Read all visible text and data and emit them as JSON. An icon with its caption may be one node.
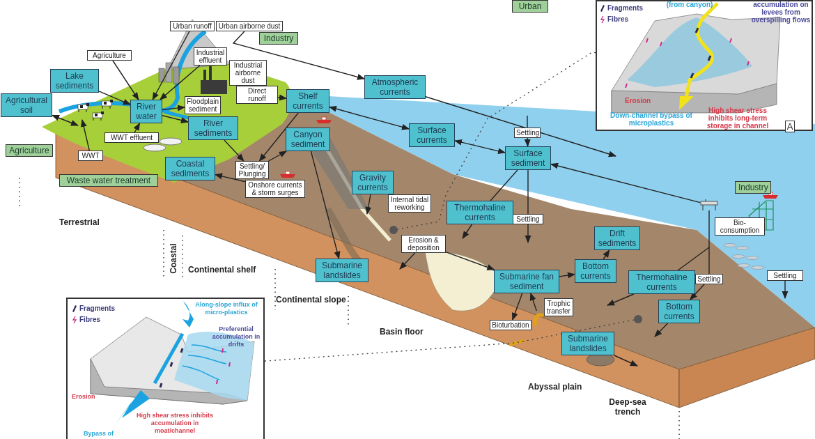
{
  "diagram": {
    "nodes": [
      {
        "text": [
          "Urban"
        ]
      },
      {
        "text": [
          "Urban runoff"
        ]
      },
      {
        "text": [
          "Urban airborne dust"
        ]
      },
      {
        "text": [
          "Industry"
        ]
      },
      {
        "text": [
          "Agriculture"
        ]
      },
      {
        "text": [
          "Industrial effluent"
        ]
      },
      {
        "text": [
          "Industrial airborne dust"
        ]
      },
      {
        "text": [
          "Lake sediments"
        ]
      },
      {
        "text": [
          "Atmospheric currents"
        ]
      },
      {
        "text": [
          "Direct runoff"
        ]
      },
      {
        "text": [
          "Shelf currents"
        ]
      },
      {
        "text": [
          "Agricultural soil"
        ]
      },
      {
        "text": [
          "Floodplain sediment"
        ]
      },
      {
        "text": [
          "River water"
        ]
      },
      {
        "text": [
          "River sediments"
        ]
      },
      {
        "text": [
          "Surface currents"
        ]
      },
      {
        "text": [
          "Settling"
        ]
      },
      {
        "text": [
          "Canyon sediment"
        ]
      },
      {
        "text": [
          "WWT effluent"
        ]
      },
      {
        "text": [
          "Agriculture"
        ]
      },
      {
        "text": [
          "Surface sediment"
        ]
      },
      {
        "text": [
          "WWT"
        ]
      },
      {
        "text": [
          "Coastal sediments"
        ]
      },
      {
        "text": [
          "Settling/ Plunging"
        ]
      },
      {
        "text": [
          "Gravity currents"
        ]
      },
      {
        "text": [
          "Waste water treatment"
        ]
      },
      {
        "text": [
          "Onshore currents & storm surges"
        ]
      },
      {
        "text": [
          "Industry"
        ]
      },
      {
        "text": [
          "Internal tidal reworking"
        ]
      },
      {
        "text": [
          "Thermohaline currents"
        ]
      },
      {
        "text": [
          "Settling"
        ]
      },
      {
        "text": [
          "Bio- consumption"
        ]
      },
      {
        "text": [
          "Drift sediments"
        ]
      },
      {
        "text": [
          "Erosion & deposition"
        ]
      },
      {
        "text": [
          "Submarine landslides"
        ]
      },
      {
        "text": [
          "Bottom currents"
        ]
      },
      {
        "text": [
          "Submarine fan sediment"
        ]
      },
      {
        "text": [
          "Thermohaline currents"
        ]
      },
      {
        "text": [
          "Settling"
        ]
      },
      {
        "text": [
          "Settling"
        ]
      },
      {
        "text": [
          "Trophic transfer"
        ]
      },
      {
        "text": [
          "Bottom currents"
        ]
      },
      {
        "text": [
          "Bioturbation"
        ]
      },
      {
        "text": [
          "Submarine landslides"
        ]
      },
      {
        "text": [],
        "shape": "circle"
      },
      {
        "text": [],
        "shape": "box"
      },
      {
        "text": [],
        "shape": "circle"
      },
      {
        "text": [],
        "shape": "box"
      },
      {
        "text": [],
        "shape": "picture"
      },
      {
        "text": [],
        "shape": "picture"
      }
    ],
    "edges": [
      {
        "from": 4,
        "to": 13,
        "arrow": "to"
      },
      {
        "from": 7,
        "to": 13,
        "arrow": "to"
      },
      {
        "from": 1,
        "to": 13,
        "arrow": "to"
      },
      {
        "from": 5,
        "to": 13,
        "arrow": "to"
      },
      {
        "from": 13,
        "to": 12,
        "arrow": "to"
      },
      {
        "from": 13,
        "to": 14,
        "arrow": "to"
      },
      {
        "from": 18,
        "to": 13,
        "arrow": "to"
      },
      {
        "from": 21,
        "to": null,
        "arrow": "to"
      },
      {
        "from": 11,
        "to": null,
        "arrow": "both"
      },
      {
        "from": 2,
        "to": 8,
        "arrow": "to"
      },
      {
        "from": 9,
        "to": 10,
        "arrow": "to"
      },
      {
        "from": 14,
        "to": 23,
        "arrow": "to"
      },
      {
        "from": 10,
        "to": 23,
        "arrow": "to"
      },
      {
        "from": 23,
        "to": 17,
        "arrow": "to"
      },
      {
        "from": 26,
        "to": 22,
        "arrow": "to"
      },
      {
        "from": 8,
        "to": null,
        "arrow": "to"
      },
      {
        "from": null,
        "to": 16,
        "arrow": "none"
      },
      {
        "from": 16,
        "to": 20,
        "arrow": "to"
      },
      {
        "from": 10,
        "to": 15,
        "arrow": "both"
      },
      {
        "from": 15,
        "to": 20,
        "arrow": "both"
      },
      {
        "from": 48,
        "to": 20,
        "arrow": "to"
      },
      {
        "from": 20,
        "to": 30,
        "arrow": "none"
      },
      {
        "from": 30,
        "to": null,
        "arrow": "to"
      },
      {
        "from": 20,
        "to": 29,
        "arrow": "none"
      },
      {
        "from": 29,
        "to": null,
        "arrow": "to"
      },
      {
        "from": 24,
        "to": null,
        "arrow": "to"
      },
      {
        "from": 33,
        "to": 36,
        "arrow": "to"
      },
      {
        "from": 36,
        "to": 35,
        "arrow": "to"
      },
      {
        "from": 35,
        "to": 32,
        "arrow": "to"
      },
      {
        "from": 36,
        "to": 42,
        "arrow": "to"
      },
      {
        "from": 49,
        "to": 36,
        "arrow": "to"
      },
      {
        "from": 48,
        "to": 38,
        "arrow": "none"
      },
      {
        "from": 38,
        "to": 41,
        "arrow": "to"
      },
      {
        "from": null,
        "to": 37,
        "arrow": "none"
      },
      {
        "from": 37,
        "to": null,
        "arrow": "to"
      },
      {
        "from": 41,
        "to": null,
        "arrow": "to"
      },
      {
        "from": 39,
        "to": null,
        "arrow": "to"
      },
      {
        "from": 17,
        "to": 34,
        "arrow": "to"
      },
      {
        "from": 43,
        "to": null,
        "arrow": "to"
      },
      {
        "from": 33,
        "to": null,
        "arrow": "to"
      },
      {
        "from": 45,
        "to": 44,
        "arrow": "none",
        "style": "dashed"
      },
      {
        "from": 47,
        "to": 46,
        "arrow": "none",
        "style": "dashed"
      }
    ],
    "labels": [
      "Terrestrial",
      "Coastal",
      "Continental shelf",
      "Continental slope",
      "Basin floor",
      "Abyssal plain",
      "Deep-sea trench",
      "(from canyon)",
      "accumulation on levees from overspilling flows",
      "Erosion",
      "Down-channel bypass of microplastics",
      "High shear stress inhibits long-term storage in channel",
      "A",
      "Along-slope influx of micro-plastics",
      "Preferential accumulation in drifts",
      "Erosion",
      "High shear stress inhibits accumulation in moat/channel",
      "Bypass of"
    ],
    "legend": [
      {
        "text": "Fragments"
      },
      {
        "text": "Fibres"
      },
      {
        "text": "Fragments"
      },
      {
        "text": "Fibres"
      }
    ]
  }
}
